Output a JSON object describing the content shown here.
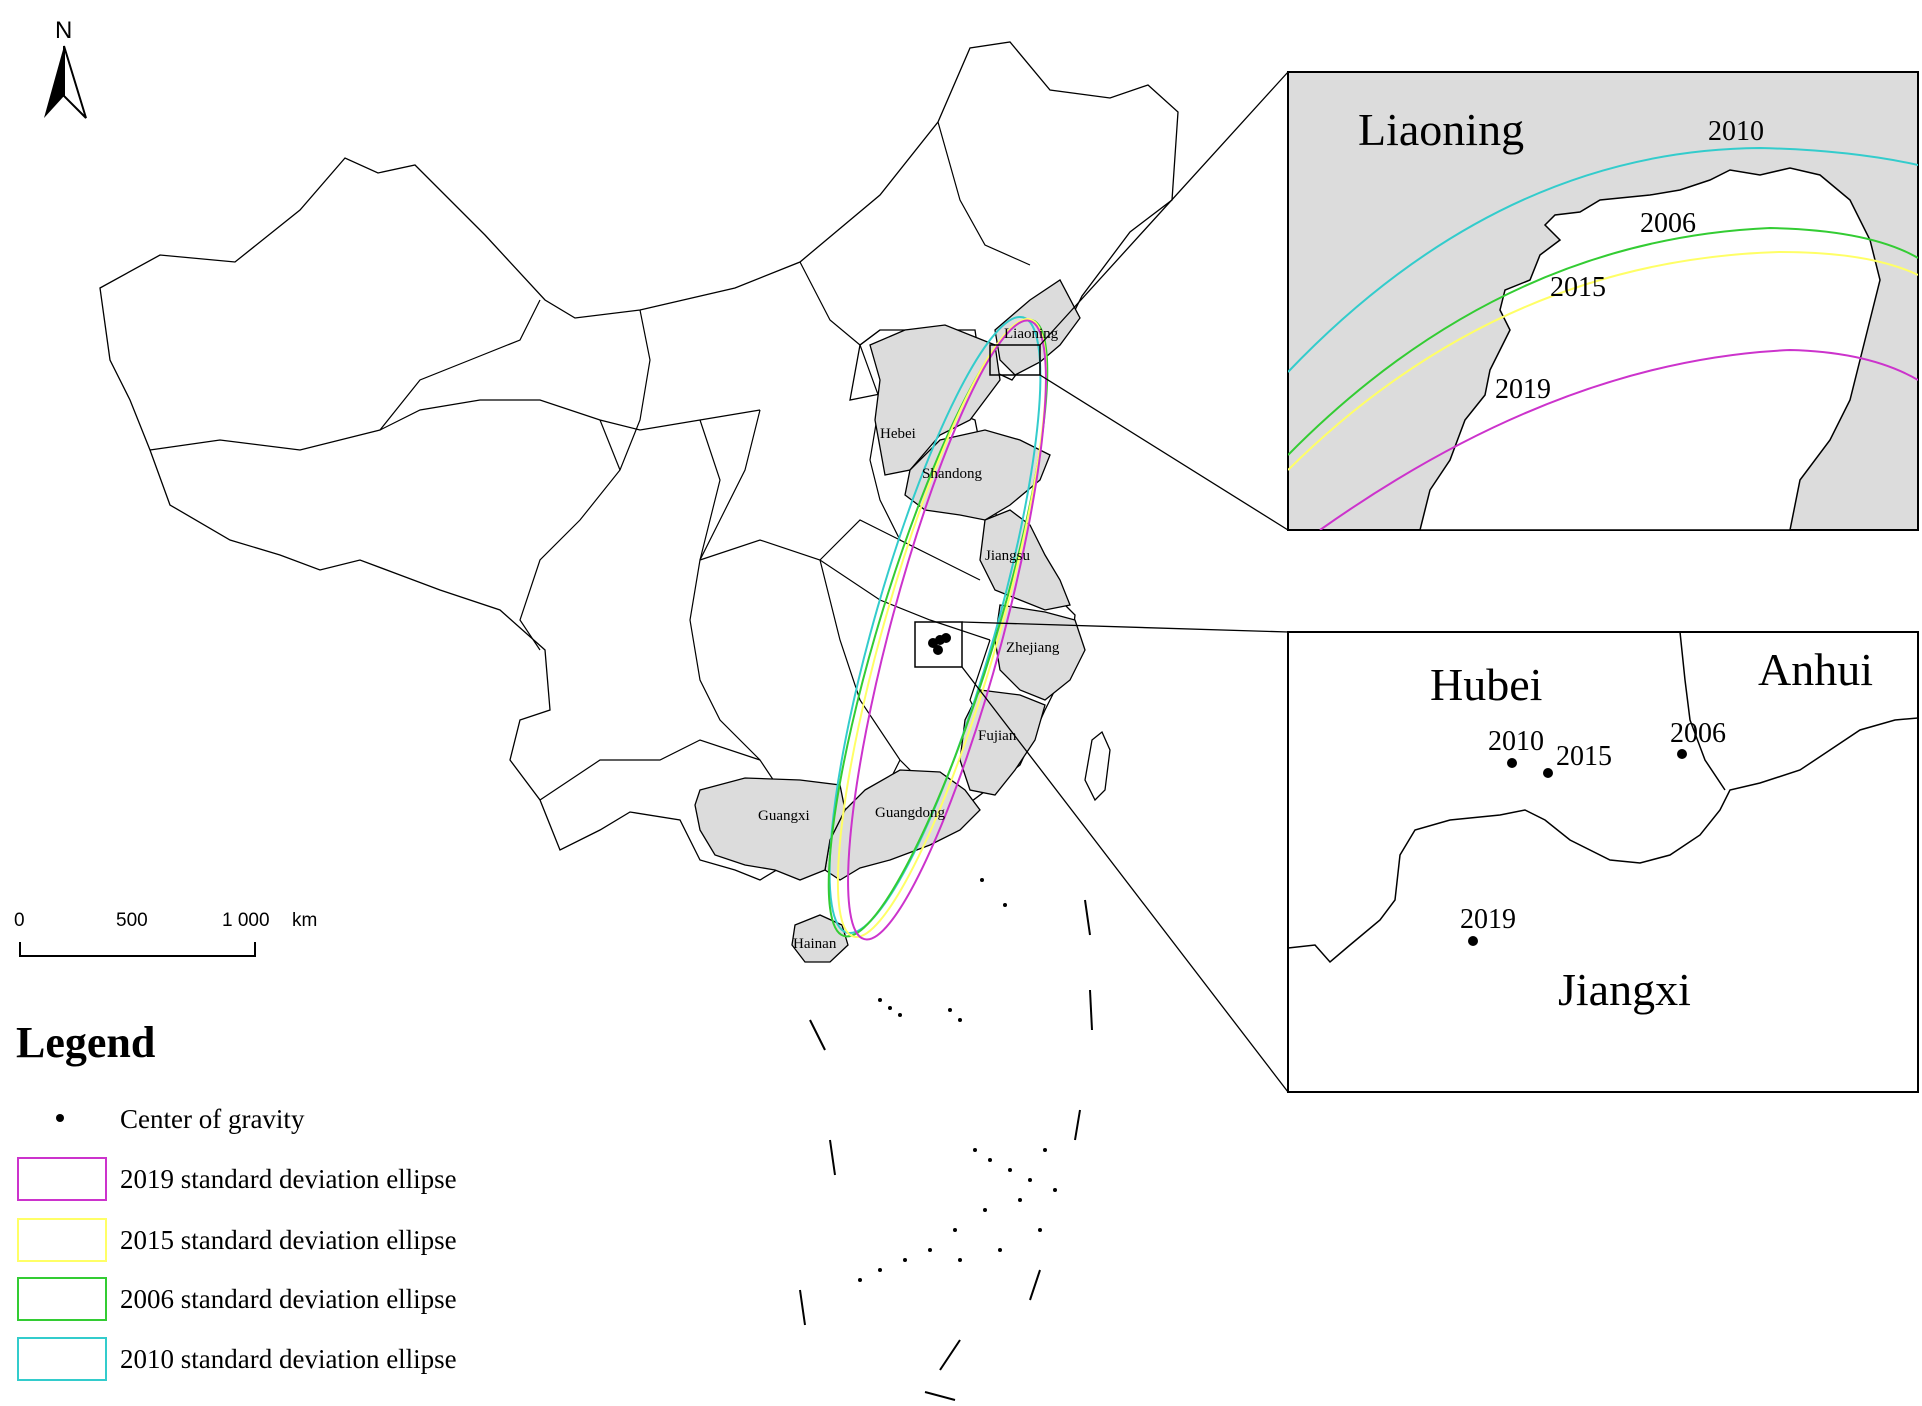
{
  "north_arrow": {
    "label": "N",
    "icon": "north-arrow-icon"
  },
  "scale_bar": {
    "labels": [
      "0",
      "500",
      "1 000",
      "km"
    ]
  },
  "provinces_highlighted": [
    "Liaoning",
    "Hebei",
    "Shandong",
    "Jiangsu",
    "Zhejiang",
    "Fujian",
    "Guangdong",
    "Guangxi",
    "Hainan"
  ],
  "insets": {
    "north": {
      "title": "Liaoning",
      "years": [
        "2010",
        "2006",
        "2015",
        "2019"
      ]
    },
    "center": {
      "regions": [
        "Hubei",
        "Anhui",
        "Jiangxi"
      ],
      "points": [
        "2010",
        "2015",
        "2006",
        "2019"
      ]
    }
  },
  "legend": {
    "title": "Legend",
    "items": [
      {
        "label": "Center of gravity",
        "symbol": "dot",
        "color": "#000000"
      },
      {
        "label": "2019 standard deviation ellipse",
        "symbol": "box",
        "color": "#cc33cc"
      },
      {
        "label": "2015 standard deviation ellipse",
        "symbol": "box",
        "color": "#ffff66"
      },
      {
        "label": "2006 standard deviation ellipse",
        "symbol": "box",
        "color": "#33cc33"
      },
      {
        "label": "2010 standard deviation ellipse",
        "symbol": "box",
        "color": "#33cccc"
      }
    ]
  },
  "colors": {
    "highlight_fill": "#dcdcdc",
    "inset_background": "#dcdcdc",
    "ellipse_2019": "#cc33cc",
    "ellipse_2015": "#ffff66",
    "ellipse_2006": "#33cc33",
    "ellipse_2010": "#33cccc"
  }
}
